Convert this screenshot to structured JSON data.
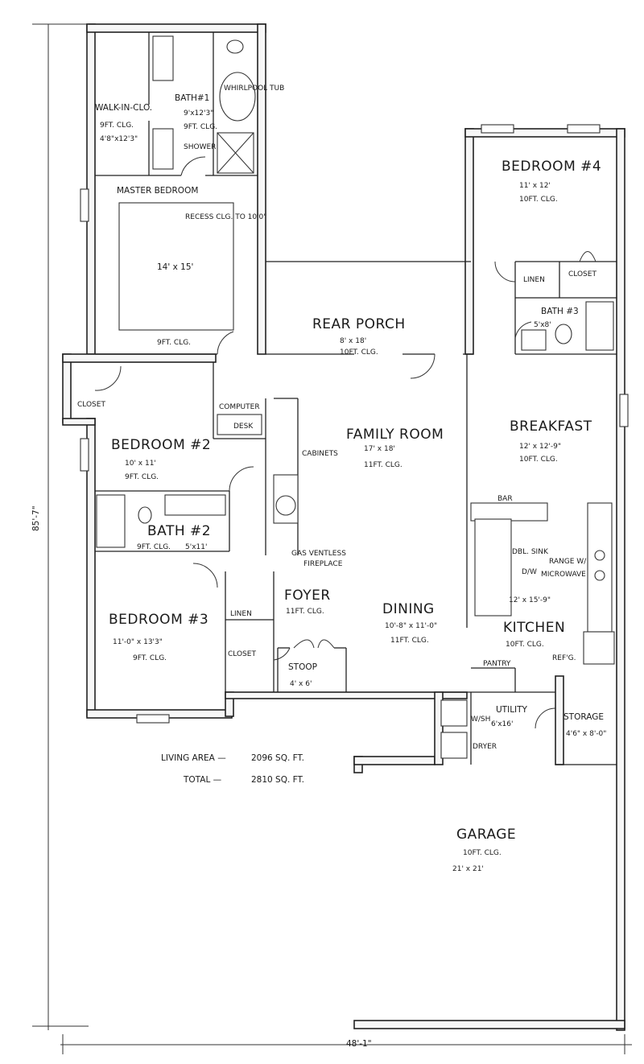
{
  "rooms": {
    "walkin_closet": {
      "name": "WALK-IN-CLO.",
      "line1": "9FT. CLG.",
      "line2": "4'8\"x12'3\""
    },
    "bath1": {
      "name": "BATH#1",
      "line1": "9'x12'3\"",
      "line2": "9FT. CLG."
    },
    "master_bedroom": {
      "name": "MASTER BEDROOM",
      "size": "14' x 15'",
      "clg": "9FT. CLG.",
      "recess": "RECESS CLG. TO 10'0\""
    },
    "bedroom4": {
      "name": "BEDROOM #4",
      "line1": "11' x 12'",
      "line2": "10FT. CLG."
    },
    "bath3": {
      "name": "BATH #3",
      "line1": "5'x8'"
    },
    "rear_porch": {
      "name": "REAR PORCH",
      "line1": "8' x 18'",
      "line2": "10FT. CLG."
    },
    "bedroom2": {
      "name": "BEDROOM #2",
      "line1": "10' x 11'",
      "line2": "9FT. CLG."
    },
    "family_room": {
      "name": "FAMILY ROOM",
      "line1": "17' x 18'",
      "line2": "11FT. CLG."
    },
    "breakfast": {
      "name": "BREAKFAST",
      "line1": "12' x 12'-9\"",
      "line2": "10FT. CLG."
    },
    "bath2": {
      "name": "BATH #2",
      "line1": "9FT. CLG.",
      "line2": "5'x11'"
    },
    "foyer": {
      "name": "FOYER",
      "line1": "11FT. CLG."
    },
    "dining": {
      "name": "DINING",
      "line1": "10'-8\" x 11'-0\"",
      "line2": "11FT. CLG."
    },
    "kitchen": {
      "name": "KITCHEN",
      "line1": "12' x 15'-9\"",
      "line2": "10FT. CLG."
    },
    "bedroom3": {
      "name": "BEDROOM #3",
      "line1": "11'-0\" x 13'3\"",
      "line2": "9FT. CLG."
    },
    "stoop": {
      "name": "STOOP",
      "line1": "4' x 6'"
    },
    "utility": {
      "name": "UTILITY",
      "line1": "6'x16'"
    },
    "storage": {
      "name": "STORAGE",
      "line1": "4'6\" x 8'-0\""
    },
    "garage": {
      "name": "GARAGE",
      "line1": "10FT. CLG.",
      "line2": "21' x 21'"
    }
  },
  "labels": {
    "closet_bed2": "CLOSET",
    "closet_bed3": "CLOSET",
    "closet_bed4": "CLOSET",
    "linen_bed4": "LINEN",
    "linen_foyer": "LINEN",
    "shower": "SHOWER",
    "whirlpool": "WHIRLPOOL TUB",
    "computer": "COMPUTER",
    "desk": "DESK",
    "cabinets": "CABINETS",
    "fireplace1": "GAS VENTLESS",
    "fireplace2": "FIREPLACE",
    "bar": "BAR",
    "dbl_sink": "DBL. SINK",
    "dw": "D/W",
    "range1": "RANGE W/",
    "range2": "MICROWAVE",
    "refg": "REF'G.",
    "pantry": "PANTRY",
    "wash": "W/SH",
    "dryer": "DRYER"
  },
  "areas": {
    "living_label": "LIVING AREA —",
    "living_value": "2096 SQ. FT.",
    "total_label": "TOTAL —",
    "total_value": "2810 SQ. FT."
  },
  "dimensions": {
    "overall_depth": "85'-7\"",
    "overall_width": "48'-1\""
  }
}
